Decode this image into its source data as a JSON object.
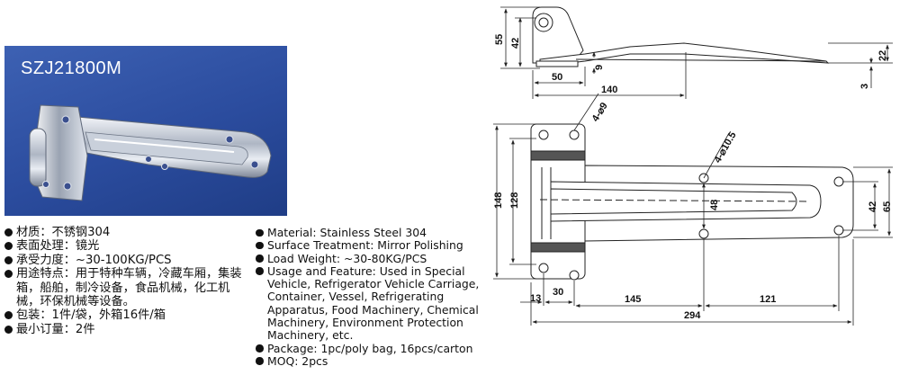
{
  "product": {
    "model": "SZJ21800M"
  },
  "specs_cn": [
    "材质：不锈钢304",
    "表面处理：镜光",
    "承受力度：~30-100KG/PCS",
    "用途特点：用于特种车辆，冷藏车厢，集装箱，船舶，制冷设备，食品机械，化工机械，环保机械等设备。",
    "包装：1件/袋，外箱16件/箱",
    "最小订量：2件"
  ],
  "specs_en": [
    "Material: Stainless Steel 304",
    "Surface Treatment: Mirror Polishing",
    "Load Weight: ~30-80KG/PCS",
    "Usage and Feature: Used in Special Vehicle, Refrigerator Vehicle Carriage, Container, Vessel, Refrigerating Apparatus, Food Machinery, Chemical Machinery, Environment Protection Machinery, etc.",
    "Package: 1pc/poly bag, 16pcs/carton",
    "MOQ: 2pcs"
  ],
  "drawing": {
    "side_view": {
      "dim_55": "55",
      "dim_42": "42",
      "dim_9": "9",
      "dim_50": "50",
      "dim_140": "140",
      "dim_22": "22",
      "dim_3": "3"
    },
    "top_view": {
      "hole_small": "4-⌀9",
      "hole_large": "4-⌀10.5",
      "dim_148": "148",
      "dim_128": "128",
      "dim_48": "48",
      "dim_42": "42",
      "dim_65": "65",
      "dim_13": "13",
      "dim_30": "30",
      "dim_145": "145",
      "dim_121": "121",
      "dim_294": "294"
    }
  },
  "colors": {
    "photo_background": "#2b4c9e",
    "text": "#111111",
    "line": "#222222"
  }
}
